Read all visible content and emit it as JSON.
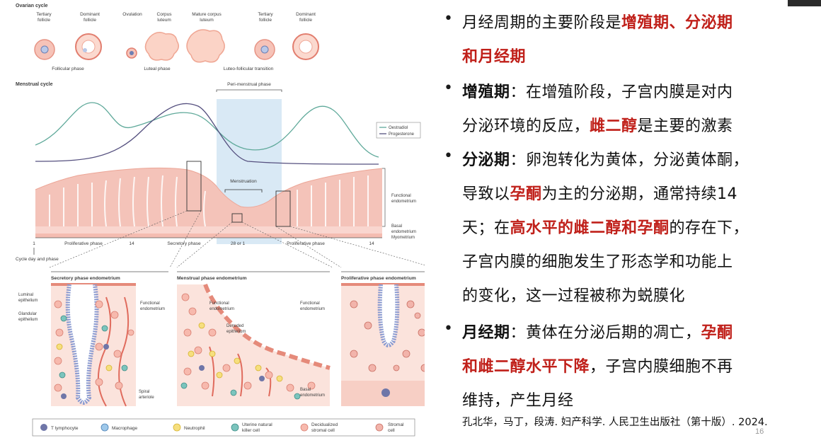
{
  "figure": {
    "ovarian_title": "Ovarian cycle",
    "follicles": [
      {
        "label1": "Tertiary",
        "label2": "follicle"
      },
      {
        "label1": "Dominant",
        "label2": "follicle"
      },
      {
        "label1": "Ovulation",
        "label2": ""
      },
      {
        "label1": "Corpus",
        "label2": "luteum"
      },
      {
        "label1": "Mature corpus",
        "label2": "luteum"
      },
      {
        "label1": "Tertiary",
        "label2": "follicle"
      },
      {
        "label1": "Dominant",
        "label2": "follicle"
      }
    ],
    "phase_labels": {
      "follicular": "Follicular phase",
      "luteal": "Luteal phase",
      "transition": "Luteo-follicular transition"
    },
    "menstrual_title": "Menstrual cycle",
    "peri_menstrual": "Peri-menstrual phase",
    "legend": {
      "oestradiol": "Oestradiol",
      "progesterone": "Progesterone"
    },
    "menstruation": "Menstruation",
    "layers": {
      "functional1": "Functional",
      "functional2": "endometrium",
      "basal1": "Basal",
      "basal2": "endometrium",
      "myometrium": "Myometrium"
    },
    "axis": {
      "proliferative": "Proliferative phase",
      "d14": "14",
      "secretory": "Secretory phase",
      "d28": "28 or 1",
      "proliferative2": "Proliferative phase",
      "d14b": "14",
      "d1": "1",
      "cycle_day": "Cycle day and phase"
    },
    "panels": {
      "secretory": "Secretory phase endometrium",
      "menstrual": "Menstrual phase endometrium",
      "proliferative": "Proliferative phase endometrium"
    },
    "panel_labels": {
      "luminal1": "Luminal",
      "luminal2": "epithelium",
      "glandular1": "Glandular",
      "glandular2": "epithelium",
      "func1": "Functional",
      "func2": "endometrium",
      "spiral1": "Spiral",
      "spiral2": "arteriole",
      "mfunc1": "Functional",
      "mfunc2": "endometrium",
      "denuded1": "Denuded",
      "denuded2": "epithelium",
      "pfunc1": "Functional",
      "pfunc2": "endometrium",
      "basal1": "Basal",
      "basal2": "endometrium"
    },
    "cell_legend": [
      {
        "name": "T lymphocyte"
      },
      {
        "name": "Macrophage"
      },
      {
        "name": "Neutrophil"
      },
      {
        "name1": "Uterine natural",
        "name2": "killer cell"
      },
      {
        "name1": "Decidualized",
        "name2": "stromal cell"
      },
      {
        "name1": "Stromal",
        "name2": "cell"
      }
    ]
  },
  "text": {
    "b1_l1_a": "月经周期的主要阶段是",
    "b1_l1_b": "增殖期、分泌期",
    "b1_l2": "和月经期",
    "b2_l1_a": "增殖期",
    "b2_l1_b": "：在增殖阶段，子宫内膜是对内",
    "b2_l2_a": "分泌环境的反应，",
    "b2_l2_b": "雌二醇",
    "b2_l2_c": "是主要的激素",
    "b3_l1_a": "分泌期",
    "b3_l1_b": "：卵泡转化为黄体，分泌黄体酮，",
    "b3_l2_a": "导致以",
    "b3_l2_b": "孕酮",
    "b3_l2_c": "为主的分泌期，通常持续14",
    "b3_l3_a": "天；在",
    "b3_l3_b": "高水平的雌二醇和孕酮",
    "b3_l3_c": "的存在下，",
    "b3_l4": "子宫内膜的细胞发生了形态学和功能上",
    "b3_l5": "的变化，这一过程被称为蜕膜化",
    "b4_l1_a": "月经期",
    "b4_l1_b": "：黄体在分泌后期的凋亡，",
    "b4_l1_c": "孕酮",
    "b4_l2_a": "和雌二醇水平下降",
    "b4_l2_b": "，子宫内膜细胞不再",
    "b4_l3": "维持，产生月经",
    "citation": "孔北华，马丁，段涛. 妇产科学. 人民卫生出版社（第十版）. 2024.",
    "page_number": "16"
  },
  "colors": {
    "accent_red": "#c0201a",
    "oestradiol": "#5fa99a",
    "progesterone": "#55507f",
    "tissue": "#f2b7ad",
    "peri_band": "#cfe3f2"
  }
}
